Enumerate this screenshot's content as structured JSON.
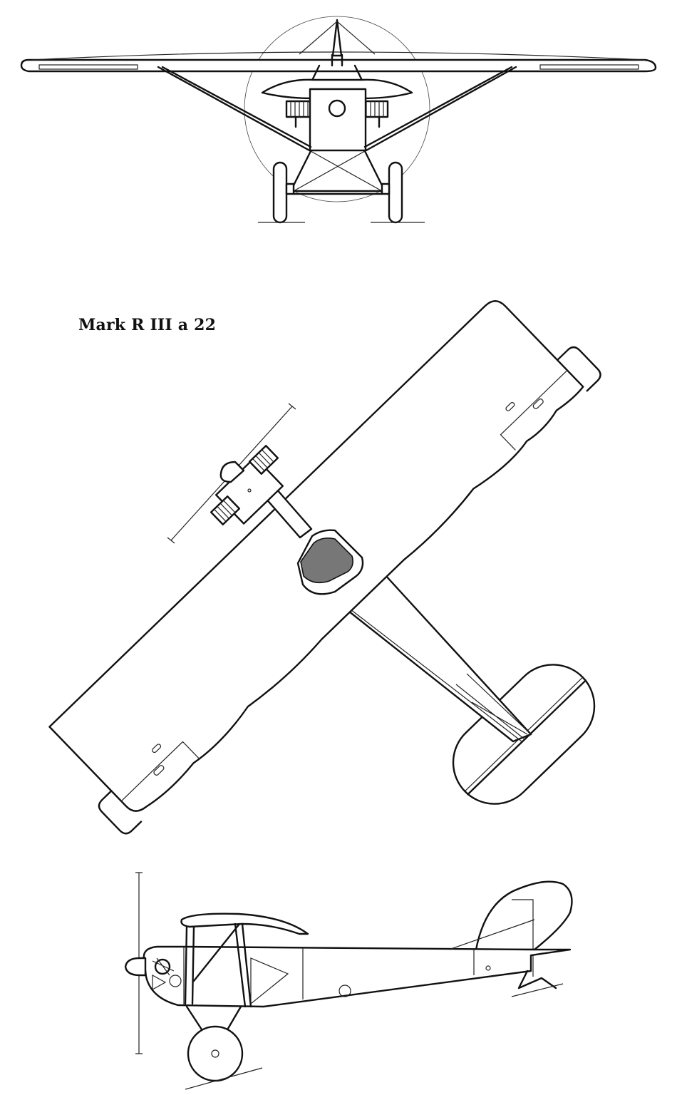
{
  "diagram": {
    "title": "Mark R III a 22",
    "views": [
      "front-view",
      "top-view",
      "side-view"
    ],
    "colors": {
      "line": "#111111",
      "background": "#ffffff",
      "cockpit_fill": "#777777"
    }
  }
}
